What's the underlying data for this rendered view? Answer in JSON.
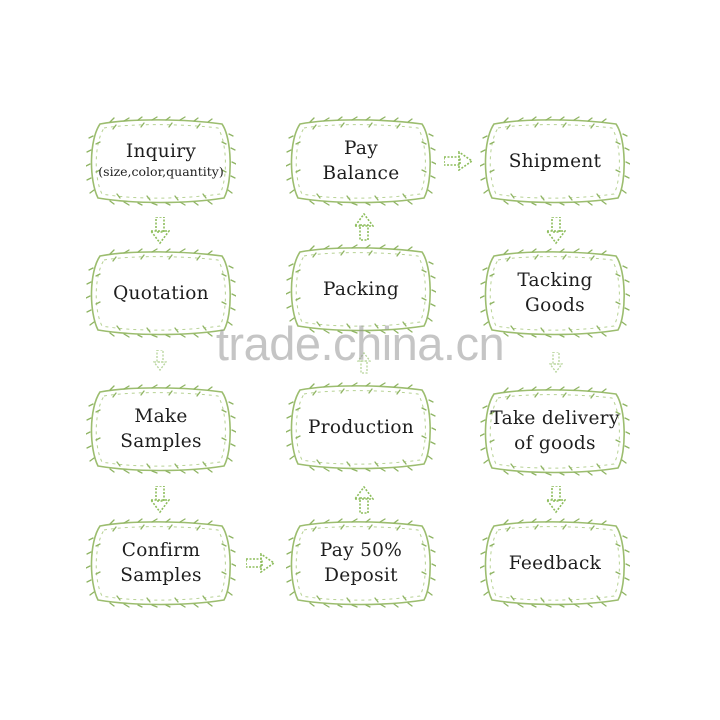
{
  "steps": {
    "inquiry": {
      "title": "Inquiry",
      "detail": "(size,color,quantity)"
    },
    "quotation": "Quotation",
    "make_samples": "Make\nSamples",
    "confirm_samples": "Confirm\nSamples",
    "pay_deposit": "Pay 50%\nDeposit",
    "production": "Production",
    "packing": "Packing",
    "pay_balance": "Pay\nBalance",
    "shipment": "Shipment",
    "tacking_goods": "Tacking\nGoods",
    "take_delivery": "Take delivery\nof goods",
    "feedback": "Feedback"
  },
  "watermark": "trade.china.cn",
  "colors": {
    "leaf": "#9cbd6f",
    "leaf_dark": "#7fa352",
    "arrow": "#8dbd5c",
    "text": "#1e1e1e",
    "watermark": "#969696"
  }
}
